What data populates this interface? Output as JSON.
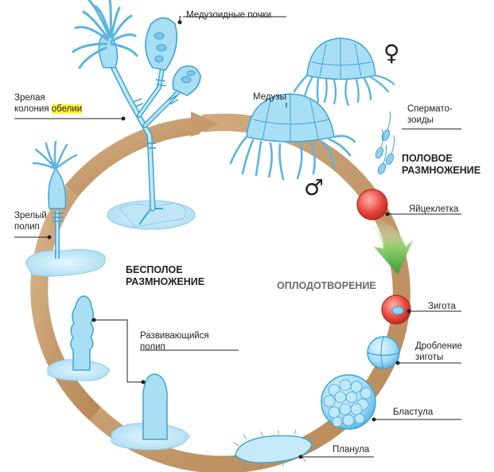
{
  "labels": {
    "medusoid_buds": "Медузоидные почки",
    "mature_colony_l1": "Зрелая",
    "mature_colony_l2_a": "колония ",
    "mature_colony_l2_b": "обелии",
    "mature_polyp_l1": "Зрелый",
    "mature_polyp_l2": "полип",
    "medusae": "Медузы",
    "sperm_l1": "Спермато-",
    "sperm_l2": "зоиды",
    "sexual_l1": "ПОЛОВОЕ",
    "sexual_l2": "РАЗМНОЖЕНИЕ",
    "egg": "Яйцеклетка",
    "asexual_l1": "БЕСПОЛОЕ",
    "asexual_l2": "РАЗМНОЖЕНИЕ",
    "fertilization": "ОПЛОДОТВОРЕНИЕ",
    "zygote": "Зигота",
    "developing_polyp_l1": "Развивающийся",
    "developing_polyp_l2": "полип",
    "cleavage_l1": "Дробление",
    "cleavage_l2": "зиготы",
    "blastula": "Бластула",
    "planula": "Планула"
  },
  "symbols": {
    "female": "♀",
    "male": "♂"
  },
  "colors": {
    "cycle_arrow": "#c49a6c",
    "fertilization_arrow": "#4caf50",
    "body_fill": "#a9dff5",
    "body_stroke": "#3fa3d6",
    "egg": "#e8483f",
    "highlight": "#fff23a"
  }
}
